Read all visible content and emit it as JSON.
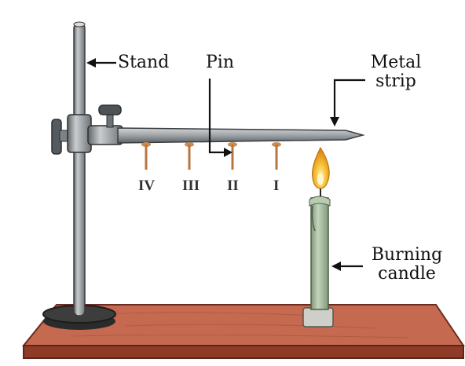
{
  "labels": {
    "stand": "Stand",
    "pin": "Pin",
    "metal_strip_line1": "Metal",
    "metal_strip_line2": "strip",
    "burning_candle_line1": "Burning",
    "burning_candle_line2": "candle"
  },
  "pins": [
    {
      "label": "IV"
    },
    {
      "label": "III"
    },
    {
      "label": "II"
    },
    {
      "label": "I"
    }
  ],
  "colors": {
    "base_board": "#b5563f",
    "metal": "#8a8f93",
    "candle": "#9fb596",
    "flame": "#f2a81d"
  }
}
